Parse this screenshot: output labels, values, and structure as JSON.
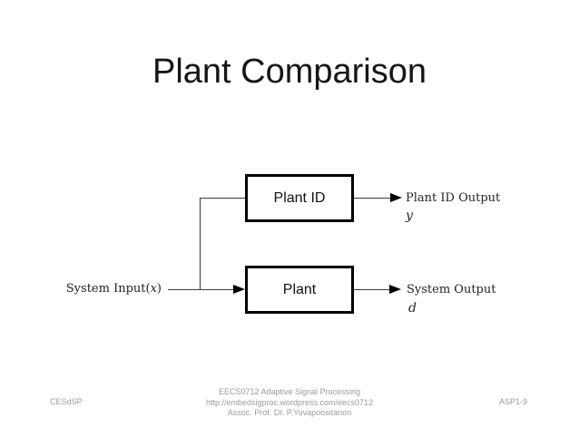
{
  "slide": {
    "title": "Plant Comparison",
    "diagram": {
      "plant_id_box_label": "Plant ID",
      "plant_box_label": "Plant",
      "input_label_prefix": "System Input(",
      "input_symbol": "x",
      "input_label_suffix": ")",
      "plant_id_output_label": "Plant ID Output",
      "plant_id_output_symbol": "y",
      "system_output_label": "System Output",
      "system_output_symbol": "d"
    },
    "footer": {
      "left": "CESdSP",
      "center_line1": "EECS0712 Adaptive Signal Processing",
      "center_line2": "http://embedsigproc.wordpress.com/eecs0712",
      "center_line3": "Assoc. Prof. Dr. P.Yuvapoositanon",
      "right": "ASP1-9"
    },
    "colors": {
      "title_text": "#161616",
      "line": "#3c3c3c",
      "box_border": "#000000",
      "footer_text": "#9b9b9b"
    }
  }
}
